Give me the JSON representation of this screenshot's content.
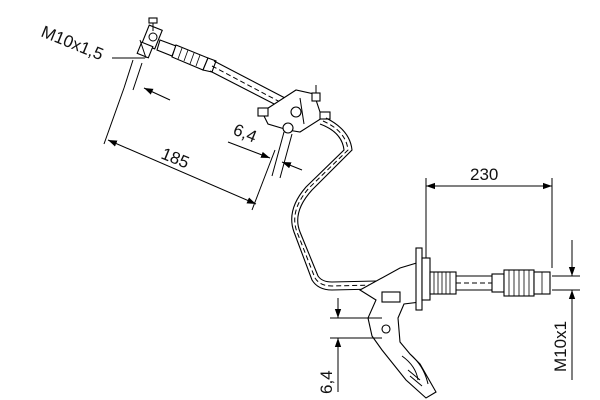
{
  "dimensions": {
    "thread_top_left": "M10x1,5",
    "length_upper": "185",
    "hole_upper": "6,4",
    "length_right": "230",
    "thread_right": "M10x1",
    "hole_lower": "6,4"
  }
}
